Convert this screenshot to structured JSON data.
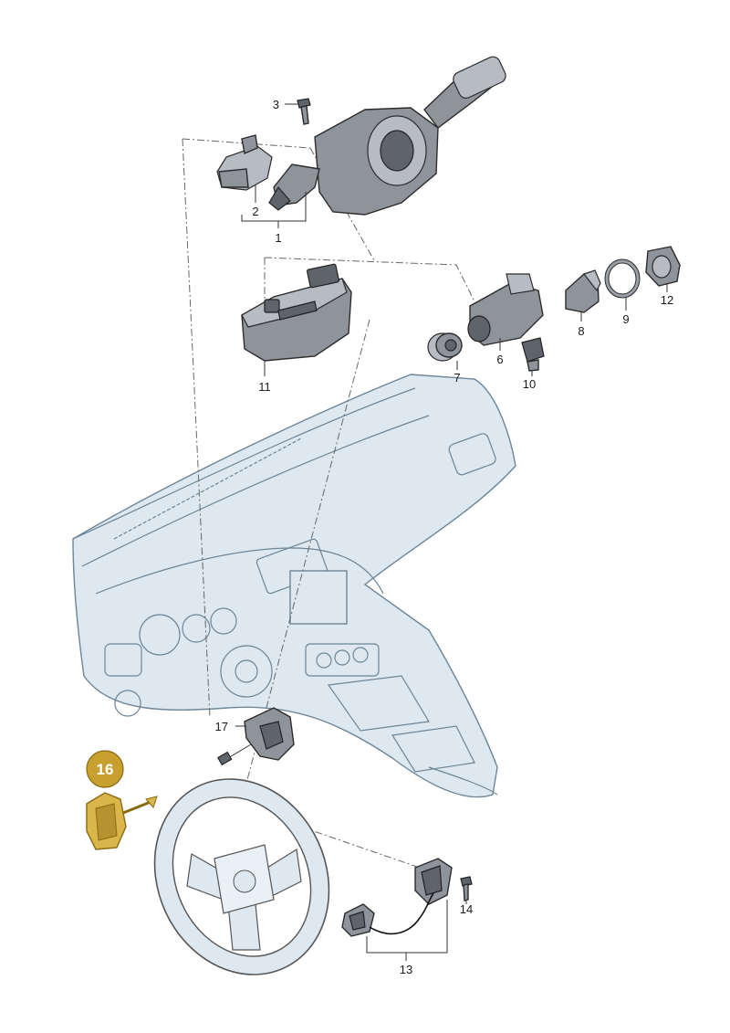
{
  "callouts": [
    {
      "id": "c1",
      "text": "1"
    },
    {
      "id": "c2",
      "text": "2"
    },
    {
      "id": "c3",
      "text": "3"
    },
    {
      "id": "c6",
      "text": "6"
    },
    {
      "id": "c7",
      "text": "7"
    },
    {
      "id": "c8",
      "text": "8"
    },
    {
      "id": "c9",
      "text": "9"
    },
    {
      "id": "c10",
      "text": "10"
    },
    {
      "id": "c11",
      "text": "11"
    },
    {
      "id": "c12",
      "text": "12"
    },
    {
      "id": "c13",
      "text": "13"
    },
    {
      "id": "c14",
      "text": "14"
    },
    {
      "id": "c17",
      "text": "17"
    }
  ],
  "highlight": {
    "text": "16",
    "color": "#c8a030",
    "part_color": "#d9b54a"
  },
  "colors": {
    "dashboard": "#dde8f0",
    "parts": "#8f949a",
    "outline": "#2b2b2b"
  }
}
